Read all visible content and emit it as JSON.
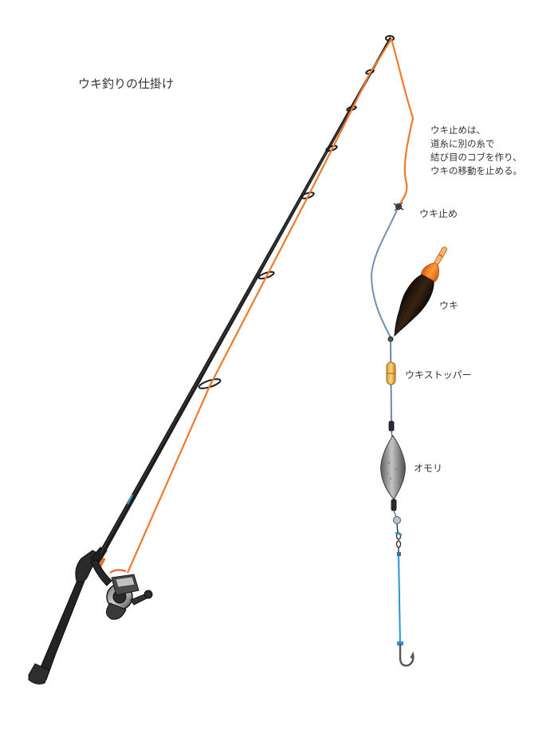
{
  "diagram": {
    "title": "ウキ釣りの仕掛け",
    "note_lines": [
      "ウキ止めは、",
      "道糸に別の糸で",
      "結び目のコブを作り、",
      "ウキの移動を止める。"
    ],
    "labels": {
      "float_stop": "ウキ止め",
      "float": "ウキ",
      "float_stopper": "ウキストッパー",
      "sinker": "オモリ"
    }
  },
  "colors": {
    "main_line": "#f07a2a",
    "float_line": "#6f8fb8",
    "leader": "#2a95d6",
    "rod": "#1d1d1d",
    "float_body": "#2a1a10",
    "float_top": "#ef7a1c",
    "sinker": "#8a8a8a"
  }
}
